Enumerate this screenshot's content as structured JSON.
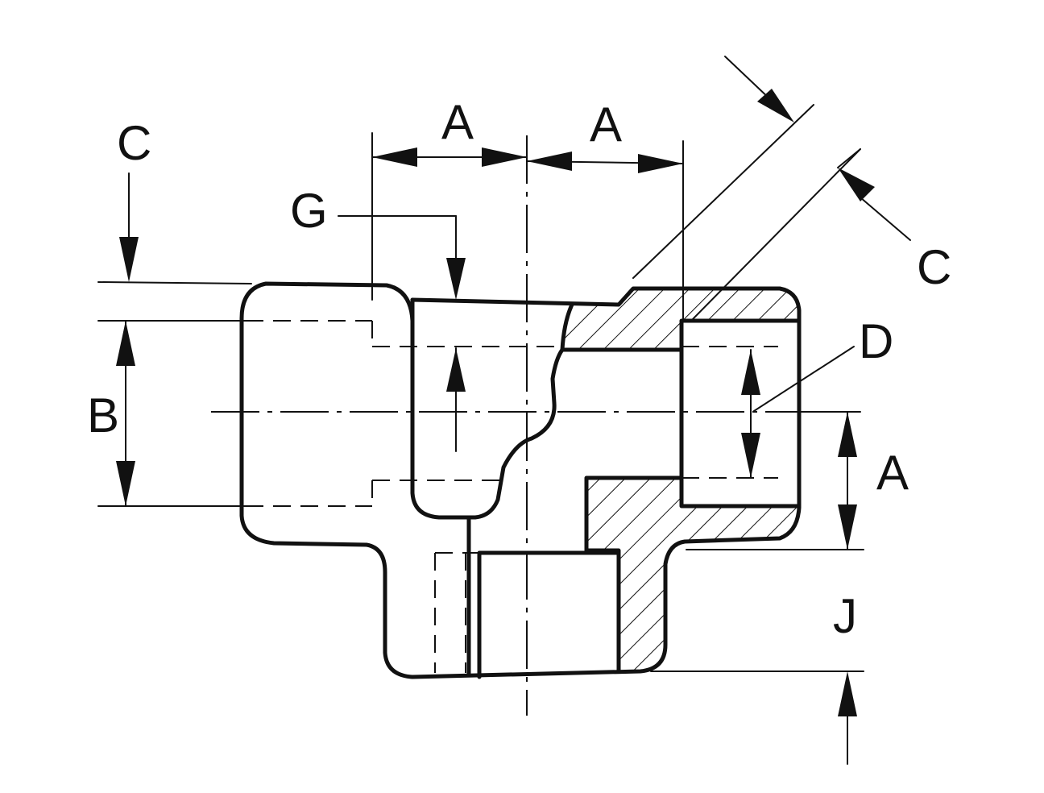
{
  "diagram": {
    "colors": {
      "ink": "#111111",
      "paper": "#ffffff"
    },
    "labels": {
      "c_top": "C",
      "a_left": "A",
      "a_right": "A",
      "g": "G",
      "b": "B",
      "c_right": "C",
      "d": "D",
      "a_side": "A",
      "j": "J"
    }
  }
}
